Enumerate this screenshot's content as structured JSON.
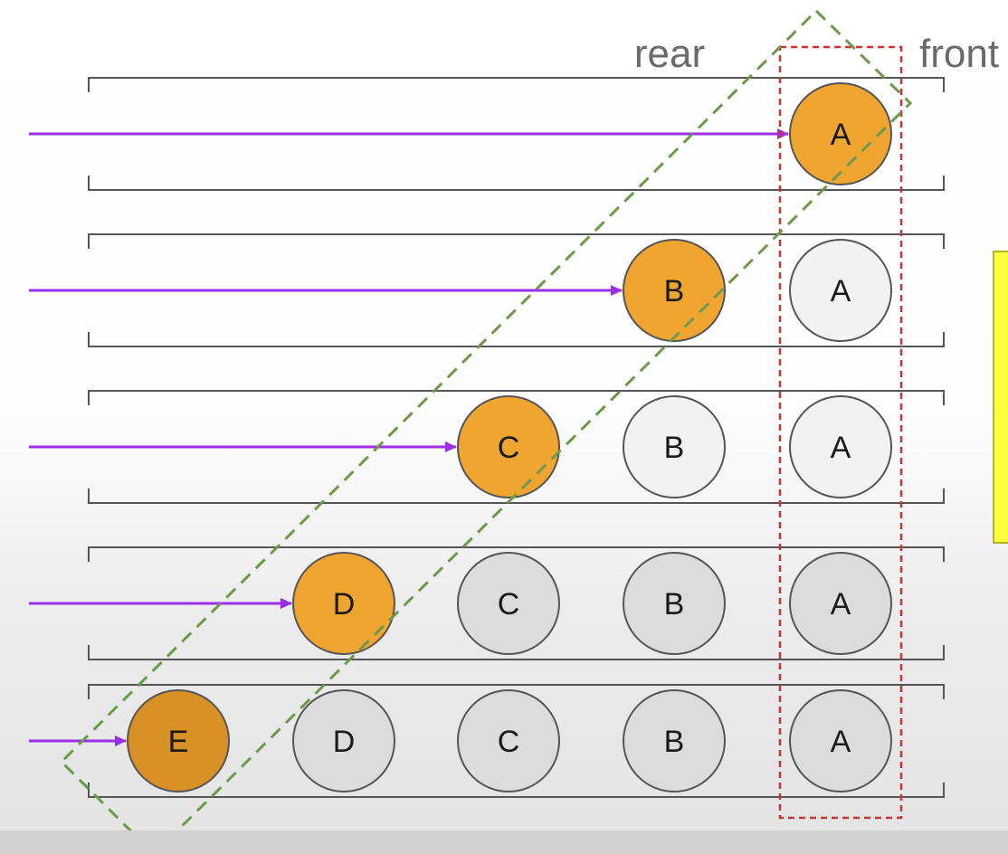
{
  "labels": {
    "rear": "rear",
    "front": "front"
  },
  "colors": {
    "bracket": "#555555",
    "arrow": "#9b2ee6",
    "highlight_fill": "#f0a530",
    "highlight_fill_last": "#d99026",
    "old_fill_light": "#f2f2f2",
    "old_fill_dark": "#dcdcdc",
    "circle_stroke": "#555555",
    "front_box": "#cc3333",
    "diagonal_box": "#6d9a4a",
    "side_note": "#ffff40"
  },
  "rows": [
    {
      "items": [
        "A"
      ],
      "new_item": "A"
    },
    {
      "items": [
        "B",
        "A"
      ],
      "new_item": "B"
    },
    {
      "items": [
        "C",
        "B",
        "A"
      ],
      "new_item": "C"
    },
    {
      "items": [
        "D",
        "C",
        "B",
        "A"
      ],
      "new_item": "D"
    },
    {
      "items": [
        "E",
        "D",
        "C",
        "B",
        "A"
      ],
      "new_item": "E"
    }
  ]
}
